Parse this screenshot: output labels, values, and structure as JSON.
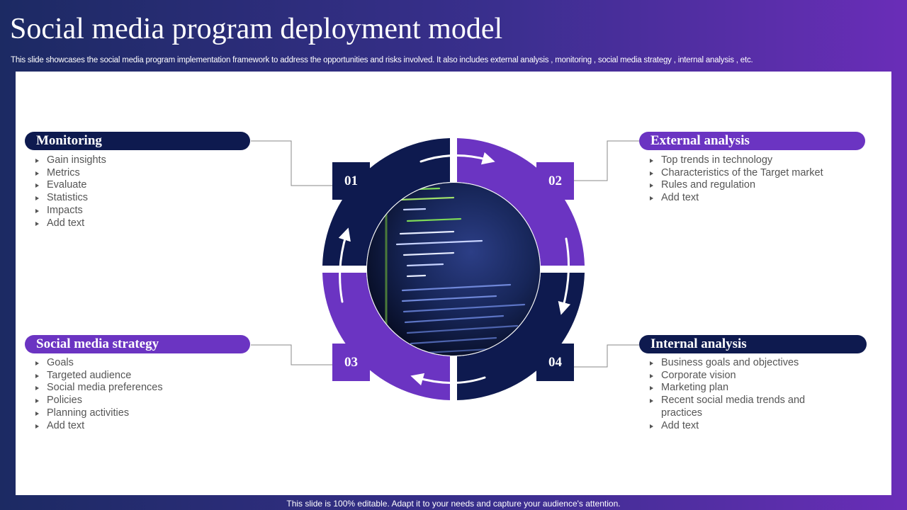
{
  "header": {
    "title": "Social media program deployment model",
    "subtitle": "This slide showcases the social media program implementation framework to address the opportunities and risks involved. It also includes external analysis , monitoring , social media strategy , internal analysis , etc."
  },
  "footer": "This slide is 100% editable. Adapt it to your needs and capture your audience's attention.",
  "colors": {
    "navy": "#0e1a4f",
    "purple": "#6b34c2",
    "background_start": "#1c2a63",
    "background_end": "#6a2db8"
  },
  "center_image": "code-on-screen-photo",
  "steps": [
    {
      "number": "01",
      "title": "Monitoring",
      "items": [
        "Gain insights",
        "Metrics",
        "Evaluate",
        "Statistics",
        "Impacts",
        "Add text"
      ]
    },
    {
      "number": "02",
      "title": "External analysis",
      "items": [
        "Top trends in technology",
        "Characteristics of the Target market",
        "Rules and regulation",
        "Add text"
      ]
    },
    {
      "number": "03",
      "title": "Social media strategy",
      "items": [
        "Goals",
        "Targeted audience",
        "Social media preferences",
        "Policies",
        "Planning activities",
        "Add text"
      ]
    },
    {
      "number": "04",
      "title": "Internal analysis",
      "items": [
        "Business goals and objectives",
        "Corporate vision",
        "Marketing plan",
        "Recent social media trends and practices",
        "Add text"
      ]
    }
  ]
}
